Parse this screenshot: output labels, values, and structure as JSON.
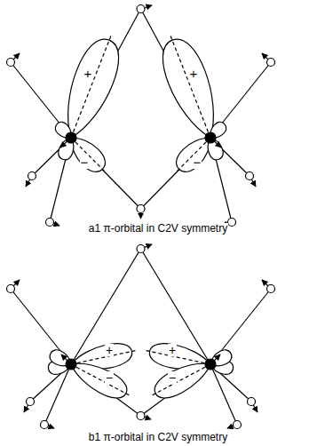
{
  "diagram": {
    "labels": [
      "+",
      "+",
      "−",
      "−",
      "a1 π-orbital in C2V symmetry",
      "+",
      "+",
      "−",
      "−",
      "b1 π-orbital in C2V symmetry"
    ]
  }
}
